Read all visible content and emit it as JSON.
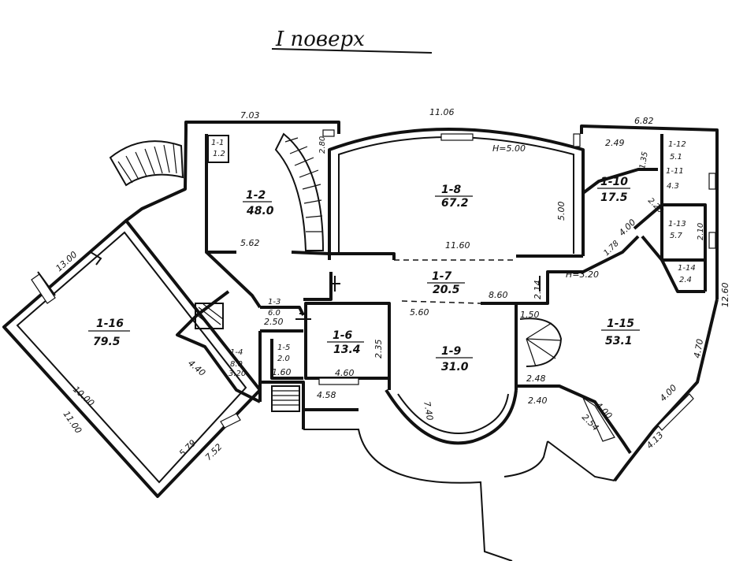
{
  "title": "I поверх",
  "rooms": [
    {
      "id": "1-1",
      "area": "1.2"
    },
    {
      "id": "1-2",
      "area": "48.0"
    },
    {
      "id": "1-3",
      "area": "6.0"
    },
    {
      "id": "1-4",
      "area": "8.0"
    },
    {
      "id": "1-5",
      "area": "2.0"
    },
    {
      "id": "1-6",
      "area": "13.4"
    },
    {
      "id": "1-7",
      "area": "20.5"
    },
    {
      "id": "1-8",
      "area": "67.2"
    },
    {
      "id": "1-9",
      "area": "31.0"
    },
    {
      "id": "1-10",
      "area": "17.5"
    },
    {
      "id": "1-11",
      "area": "4.3"
    },
    {
      "id": "1-12",
      "area": "5.1"
    },
    {
      "id": "1-13",
      "area": "5.7"
    },
    {
      "id": "1-14",
      "area": "2.4"
    },
    {
      "id": "1-15",
      "area": "53.1"
    },
    {
      "id": "1-16",
      "area": "79.5"
    }
  ],
  "dimensions": {
    "top_left": "7.03",
    "top_center": "11.06",
    "top_right": "6.82",
    "room_height": "H=5.00",
    "hall_height": "H=3.20",
    "span_1_8": "11.60",
    "side_1_8": "5.00",
    "left_13": "13.00",
    "left_10": "10.00",
    "left_11": "11.00",
    "d_562": "5.62",
    "d_560": "5.60",
    "d_860": "8.60",
    "d_214": "2.14",
    "d_740": "7.40",
    "d_458": "4.58",
    "d_460": "4.60",
    "d_235": "2.35",
    "d_160": "1.60",
    "d_250": "2.50",
    "d_440": "4.40",
    "d_579": "5.79",
    "d_752": "7.52",
    "d_470": "4.70",
    "d_1260": "12.60",
    "d_400a": "4.00",
    "d_400b": "4.00",
    "d_400c": "4.00",
    "d_413": "4.13",
    "d_254": "2.54",
    "d_240": "2.40",
    "d_248": "2.48",
    "d_150": "1.50",
    "d_249": "2.49",
    "d_135": "1.35",
    "d_226": "2.26",
    "d_178": "1.78",
    "d_210": "2.10",
    "d_280": "2.80",
    "d_320": "3.20"
  }
}
